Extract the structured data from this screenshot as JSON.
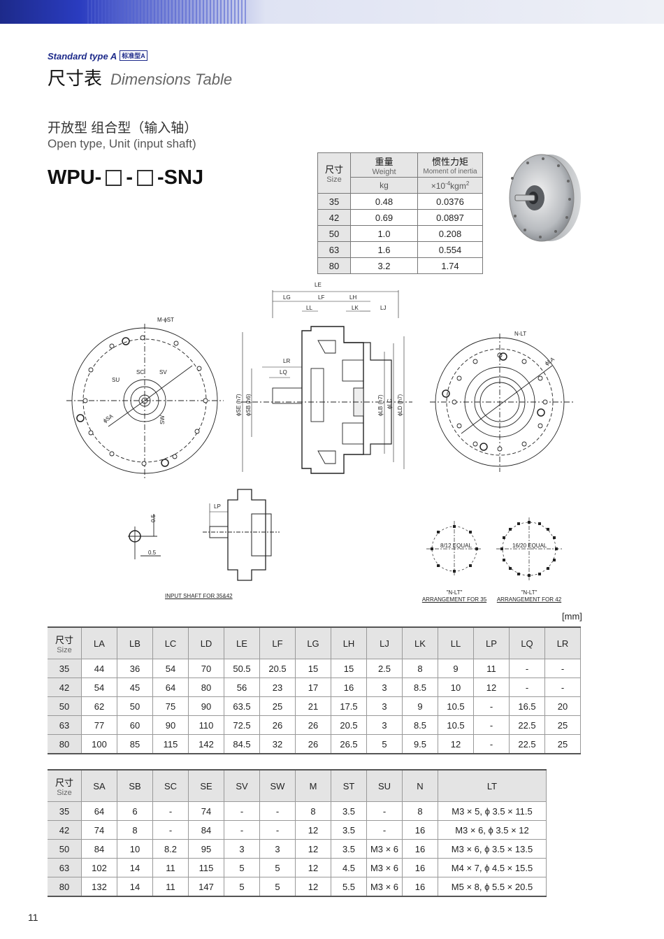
{
  "header": {
    "type_label": "Standard type",
    "type_letter": "A",
    "type_badge": "标准型A",
    "title_cn": "尺寸表",
    "title_en": "Dimensions Table"
  },
  "subtitle": {
    "cn": "开放型 组合型（输入轴）",
    "en": "Open type, Unit (input shaft)"
  },
  "model": {
    "prefix": "WPU-",
    "sep": "-",
    "suffix": "-SNJ"
  },
  "weight_table": {
    "size_cn": "尺寸",
    "size_en": "Size",
    "weight_cn": "重量",
    "weight_en": "Weight",
    "weight_unit": "kg",
    "inertia_cn": "惯性力矩",
    "inertia_en": "Moment of inertia",
    "inertia_unit_pre": "×10",
    "inertia_unit_exp": "-4",
    "inertia_unit_post": "kgm",
    "inertia_unit_exp2": "2",
    "rows": [
      [
        "35",
        "0.48",
        "0.0376"
      ],
      [
        "42",
        "0.69",
        "0.0897"
      ],
      [
        "50",
        "1.0",
        "0.208"
      ],
      [
        "63",
        "1.6",
        "0.554"
      ],
      [
        "80",
        "3.2",
        "1.74"
      ]
    ]
  },
  "drawing_labels": {
    "le": "LE",
    "lg": "LG",
    "lf": "LF",
    "lh": "LH",
    "ll": "LL",
    "lk": "LK",
    "lj": "LJ",
    "lr": "LR",
    "lq": "LQ",
    "lp": "LP",
    "m_st": "M-ϕST",
    "su": "SU",
    "sc": "SC",
    "sv": "SV",
    "sw": "SW",
    "sa": "ϕSA",
    "se": "ϕSE (h7)",
    "sb": "ϕSB (h6)",
    "lb": "ϕLB (h7)",
    "lc": "ϕLC",
    "ld": "ϕLD (h7)",
    "nlt": "N-LT",
    "la": "ϕLA",
    "t05a": "0.5",
    "t05b": "0.5",
    "eq812": "8/12 EQUAL",
    "eq1620": "16/20 EQUAL",
    "cap_input": "INPUT SHAFT FOR 35&42",
    "cap35a": "\"N-LT\"",
    "cap35b": "ARRANGEMENT FOR 35",
    "cap42a": "\"N-LT\"",
    "cap42b": "ARRANGEMENT FOR 42"
  },
  "unit_label": "[mm]",
  "dim_table1": {
    "size_cn": "尺寸",
    "size_en": "Size",
    "headers": [
      "LA",
      "LB",
      "LC",
      "LD",
      "LE",
      "LF",
      "LG",
      "LH",
      "LJ",
      "LK",
      "LL",
      "LP",
      "LQ",
      "LR"
    ],
    "rows": [
      [
        "35",
        "44",
        "36",
        "54",
        "70",
        "50.5",
        "20.5",
        "15",
        "15",
        "2.5",
        "8",
        "9",
        "11",
        "-",
        "-"
      ],
      [
        "42",
        "54",
        "45",
        "64",
        "80",
        "56",
        "23",
        "17",
        "16",
        "3",
        "8.5",
        "10",
        "12",
        "-",
        "-"
      ],
      [
        "50",
        "62",
        "50",
        "75",
        "90",
        "63.5",
        "25",
        "21",
        "17.5",
        "3",
        "9",
        "10.5",
        "-",
        "16.5",
        "20"
      ],
      [
        "63",
        "77",
        "60",
        "90",
        "110",
        "72.5",
        "26",
        "26",
        "20.5",
        "3",
        "8.5",
        "10.5",
        "-",
        "22.5",
        "25"
      ],
      [
        "80",
        "100",
        "85",
        "115",
        "142",
        "84.5",
        "32",
        "26",
        "26.5",
        "5",
        "9.5",
        "12",
        "-",
        "22.5",
        "25"
      ]
    ]
  },
  "dim_table2": {
    "size_cn": "尺寸",
    "size_en": "Size",
    "headers": [
      "SA",
      "SB",
      "SC",
      "SE",
      "SV",
      "SW",
      "M",
      "ST",
      "SU",
      "N",
      "LT"
    ],
    "rows": [
      [
        "35",
        "64",
        "6",
        "-",
        "74",
        "-",
        "-",
        "8",
        "3.5",
        "-",
        "8",
        "M3 × 5, ϕ 3.5 × 11.5"
      ],
      [
        "42",
        "74",
        "8",
        "-",
        "84",
        "-",
        "-",
        "12",
        "3.5",
        "-",
        "16",
        "M3 × 6, ϕ 3.5 × 12"
      ],
      [
        "50",
        "84",
        "10",
        "8.2",
        "95",
        "3",
        "3",
        "12",
        "3.5",
        "M3 × 6",
        "16",
        "M3 × 6, ϕ 3.5 × 13.5"
      ],
      [
        "63",
        "102",
        "14",
        "11",
        "115",
        "5",
        "5",
        "12",
        "4.5",
        "M3 × 6",
        "16",
        "M4 × 7, ϕ 4.5 × 15.5"
      ],
      [
        "80",
        "132",
        "14",
        "11",
        "147",
        "5",
        "5",
        "12",
        "5.5",
        "M3 × 6",
        "16",
        "M5 × 8, ϕ 5.5 × 20.5"
      ]
    ]
  },
  "page_number": "11"
}
